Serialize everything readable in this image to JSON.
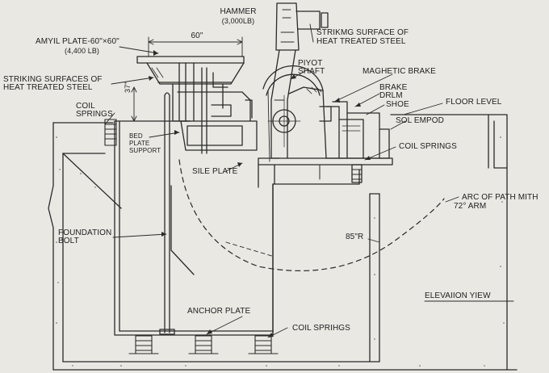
{
  "labels": {
    "hammer": "HAMMER",
    "hammer_weight": "(3,000LB)",
    "striking_top_1": "STRIKMG SURFACE OF",
    "striking_top_2": "HEAT TREATED STEEL",
    "anvil_1": "AMYIL PLATE-60\"×60\"",
    "anvil_2": "(4,400 LB)",
    "dim_60": "60\"",
    "striking_left_1": "STRIKING SURFACES OF",
    "striking_left_2": "HEAT TREATED STEEL",
    "dim_37": "37\"",
    "coil_springs_left_1": "COIL",
    "coil_springs_left_2": "SPRINGS",
    "bed_1": "BED",
    "bed_2": "PLATE",
    "bed_3": "SUPPORT",
    "pivot_1": "PIYOT",
    "pivot_2": "SHAFT",
    "magnetic_brake": "MAGHETIC BRAKE",
    "brake_1": "BRAKE",
    "brake_2": "DRLM",
    "shoe": "SHOE",
    "floor_level": "FLOOR LEVEL",
    "sole_pod": "SOL EMPOD",
    "coil_springs_right": "COIL SPRINGS",
    "sile_plate": "SILE PLATE",
    "arc_1": "ARC OF PATH MITH",
    "arc_2": "72° ARM",
    "foundation_1": "FOUNDATION",
    "foundation_2": "BOLT",
    "radius": "85\"R",
    "anchor_plate": "ANCHOR PLATE",
    "coil_springs_bottom": "COIL SPRIHGS",
    "view_title": "ELEVAIION YIEW"
  }
}
